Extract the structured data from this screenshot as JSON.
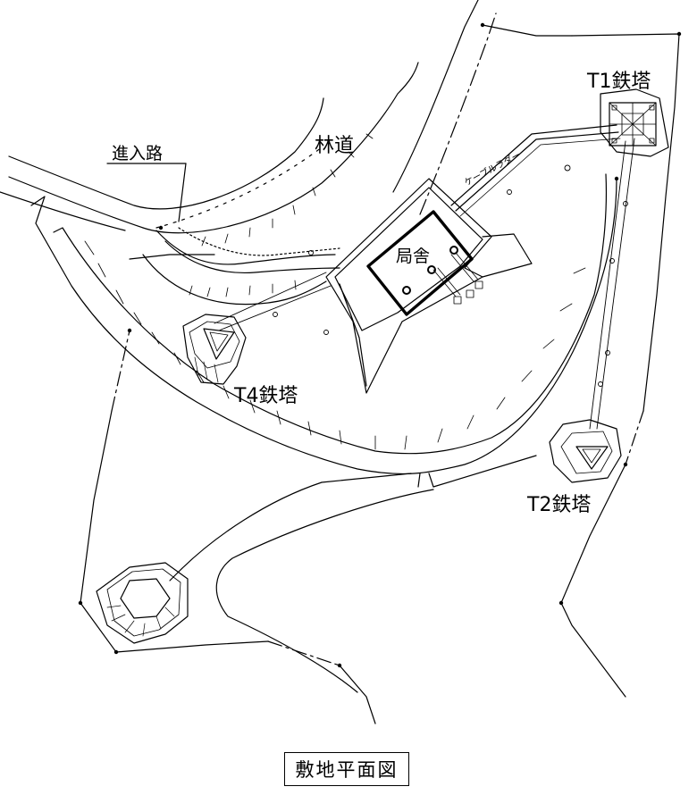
{
  "caption": "敷地平面図",
  "labels": {
    "t1_tower": "T1鉄塔",
    "t2_tower": "T2鉄塔",
    "t4_tower": "T4鉄塔",
    "station": "局舎",
    "forest_road": "林道",
    "access_road": "進入路",
    "cable_ladder": "ケーブルラダー"
  },
  "colors": {
    "line": "#000000",
    "background": "#ffffff"
  }
}
